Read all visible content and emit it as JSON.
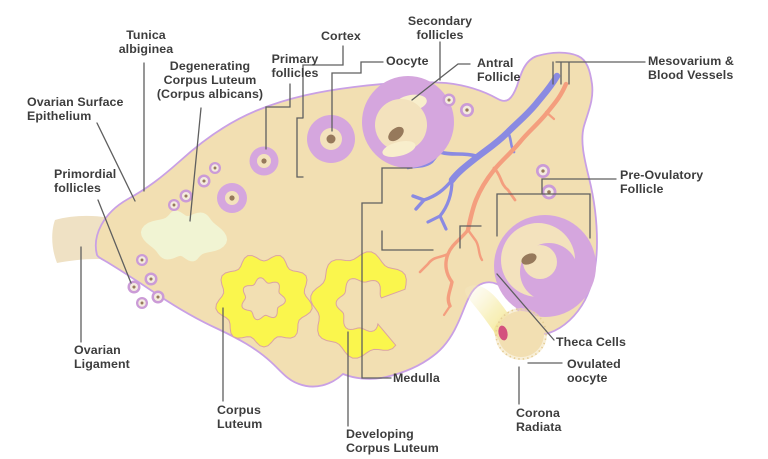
{
  "diagram": {
    "subject": "Ovary anatomy diagram with follicle development stages"
  },
  "labels": [
    {
      "id": "ovarian-surface-epithelium",
      "text": "Ovarian Surface Epithelium"
    },
    {
      "id": "tunica-albiginea",
      "text": "Tunica albiginea"
    },
    {
      "id": "degenerating-corpus-luteum",
      "text": "Degenerating Corpus Luteum (Corpus albicans)"
    },
    {
      "id": "primordial-follicles",
      "text": "Primordial follicles"
    },
    {
      "id": "ovarian-ligament",
      "text": "Ovarian Ligament"
    },
    {
      "id": "primary-follicles",
      "text": "Primary follicles"
    },
    {
      "id": "cortex",
      "text": "Cortex"
    },
    {
      "id": "oocyte",
      "text": "Oocyte"
    },
    {
      "id": "secondary-follicles",
      "text": "Secondary follicles"
    },
    {
      "id": "antral-follicle",
      "text": "Antral Follicle"
    },
    {
      "id": "mesovarium-blood-vessels",
      "text": "Mesovarium & Blood Vessels"
    },
    {
      "id": "pre-ovulatory-follicle",
      "text": "Pre-Ovulatory Follicle"
    },
    {
      "id": "medulla",
      "text": "Medulla"
    },
    {
      "id": "theca-cells",
      "text": "Theca Cells"
    },
    {
      "id": "ovulated-oocyte",
      "text": "Ovulated oocyte"
    },
    {
      "id": "corona-radiata",
      "text": "Corona Radiata"
    },
    {
      "id": "corpus-luteum",
      "text": "Corpus Luteum"
    },
    {
      "id": "developing-corpus-luteum",
      "text": "Developing Corpus Luteum"
    }
  ],
  "colors": {
    "body": "#F2DFB2",
    "border": "#C9A0E5",
    "arm": "#EFE1C4",
    "purple": "#D5A6DE",
    "center": "#F3E2BD",
    "antrum": "#F8EECC",
    "oocyte": "#96795B",
    "primring": "#CB9BD7",
    "primmid": "#F4ECDE",
    "yellow": "#FAF64D",
    "cloutline": "#DBA3A3",
    "degen": "#F1F4D3",
    "blue": "#8A8AE2",
    "salmon": "#F49E7E",
    "trail": "#F2E37E",
    "pink": "#D4517E",
    "text": "#3D3D3D",
    "line": "#5F5F5F"
  }
}
